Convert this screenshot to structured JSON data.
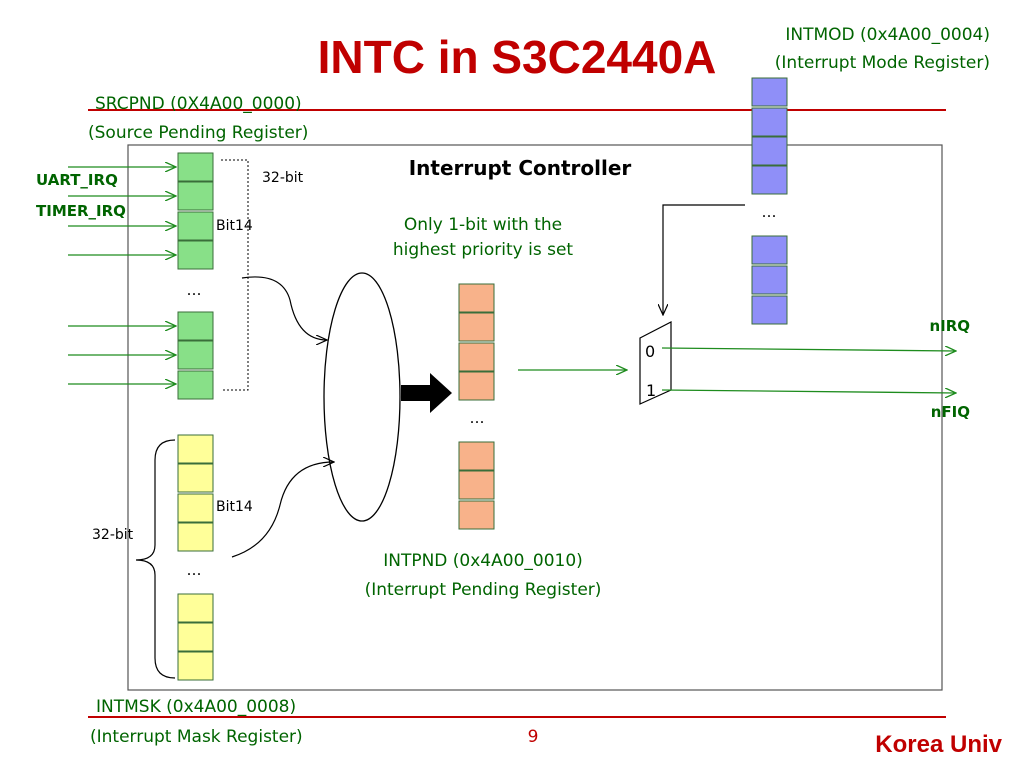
{
  "slide": {
    "title": "INTC in S3C2440A",
    "page_number": "9",
    "footer_brand": "Korea Univ"
  },
  "colors": {
    "title": "#c00000",
    "rule": "#c00000",
    "green_text": "#006400",
    "srcpnd_cell": "#88e088",
    "intmsk_cell": "#ffff99",
    "intpnd_cell": "#f8b28a",
    "intmod_cell": "#8f8ff8"
  },
  "srcpnd": {
    "name": "SRCPND (0X4A00_0000)",
    "desc": "(Source Pending Register)",
    "width_label": "32-bit",
    "bit_label": "Bit14",
    "ellipsis": "…"
  },
  "intmsk": {
    "name": "INTMSK (0x4A00_0008)",
    "desc": "(Interrupt Mask Register)",
    "width_label": "32-bit",
    "bit_label": "Bit14",
    "ellipsis": "…"
  },
  "intpnd": {
    "name": "INTPND (0x4A00_0010)",
    "desc": "(Interrupt Pending Register)",
    "ellipsis": "…"
  },
  "intmod": {
    "name": "INTMOD (0x4A00_0004)",
    "desc": "(Interrupt Mode Register)",
    "ellipsis": "…"
  },
  "controller": {
    "label": "Interrupt Controller",
    "note_line1": "Only 1-bit with the",
    "note_line2": "highest priority is set"
  },
  "inputs": {
    "uart": "UART_IRQ",
    "timer": "TIMER_IRQ"
  },
  "mux": {
    "in0": "0",
    "in1": "1"
  },
  "outputs": {
    "irq": "nIRQ",
    "fiq": "nFIQ"
  }
}
